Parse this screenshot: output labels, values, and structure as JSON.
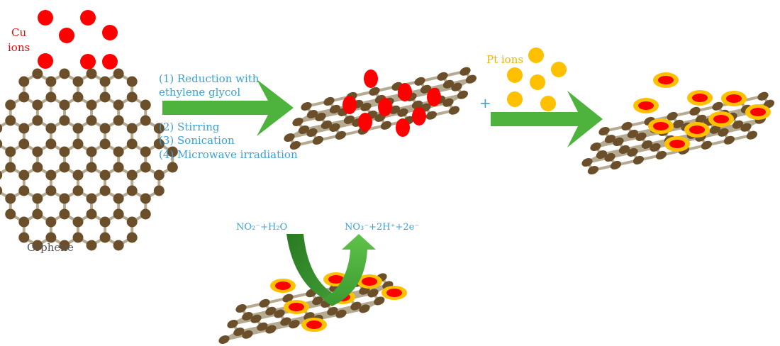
{
  "labels": {
    "cu_line1": "Cu",
    "cu_line2": "ions",
    "graphene": "Grphene",
    "step1_line1": "(1) Reduction with",
    "step1_line2": "ethylene glycol",
    "step2": "(2) Stirring",
    "step3": "(3) Sonication",
    "step4": "(4) Microwave irradiation",
    "plus": "+",
    "pt_ions": "Pt ions",
    "reactant": "NO₂⁻+H₂O",
    "product": "NO₃⁻+2H⁺+2e⁻"
  },
  "colors": {
    "cu": "#ff0000",
    "pt": "#ffc000",
    "node": "#6b4f2a",
    "bond": "#b5aa92",
    "arrow": "#4db33d",
    "curved_arrow_dark": "#2f8a2a",
    "text_blue": "#3aa1d6",
    "text_cu": "#e01010",
    "text_pt": "#f0b400",
    "text_graphene": "#555555"
  }
}
